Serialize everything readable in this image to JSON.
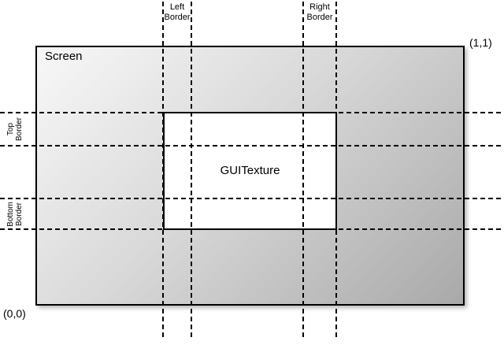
{
  "diagram": {
    "screen": {
      "label": "Screen"
    },
    "texture": {
      "label": "GUITexture"
    },
    "coords": {
      "origin": "(0,0)",
      "top_right": "(1,1)"
    },
    "borders": {
      "left": {
        "line1": "Left",
        "line2": "Border"
      },
      "right": {
        "line1": "Right",
        "line2": "Border"
      },
      "top": {
        "line1": "Top",
        "line2": "Border"
      },
      "bottom": {
        "line1": "Bottom",
        "line2": "Border"
      }
    },
    "colors": {
      "line": "#000000",
      "screen_gradient_start": "#f8f8f8",
      "screen_gradient_end": "#a9a9a9",
      "texture_fill": "#ffffff",
      "background": "#ffffff"
    }
  }
}
